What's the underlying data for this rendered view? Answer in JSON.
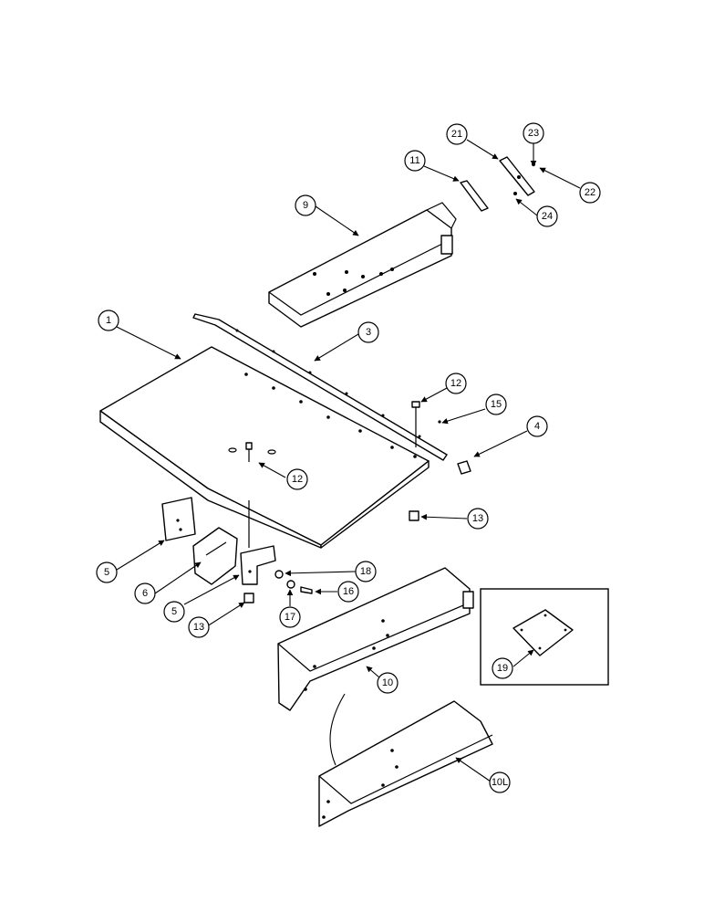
{
  "callouts": [
    {
      "id": "c1",
      "label": "1"
    },
    {
      "id": "c3",
      "label": "3"
    },
    {
      "id": "c4",
      "label": "4"
    },
    {
      "id": "c5a",
      "label": "5"
    },
    {
      "id": "c5b",
      "label": "5"
    },
    {
      "id": "c6",
      "label": "6"
    },
    {
      "id": "c9",
      "label": "9"
    },
    {
      "id": "c10",
      "label": "10"
    },
    {
      "id": "c10l",
      "label": "10L"
    },
    {
      "id": "c11",
      "label": "11"
    },
    {
      "id": "c12a",
      "label": "12"
    },
    {
      "id": "c12b",
      "label": "12"
    },
    {
      "id": "c13a",
      "label": "13"
    },
    {
      "id": "c13b",
      "label": "13"
    },
    {
      "id": "c15",
      "label": "15"
    },
    {
      "id": "c16",
      "label": "16"
    },
    {
      "id": "c17",
      "label": "17"
    },
    {
      "id": "c18",
      "label": "18"
    },
    {
      "id": "c19",
      "label": "19"
    },
    {
      "id": "c21",
      "label": "21"
    },
    {
      "id": "c22",
      "label": "22"
    },
    {
      "id": "c23",
      "label": "23"
    },
    {
      "id": "c24",
      "label": "24"
    }
  ],
  "colors": {
    "line": "#000000",
    "background": "#ffffff"
  }
}
